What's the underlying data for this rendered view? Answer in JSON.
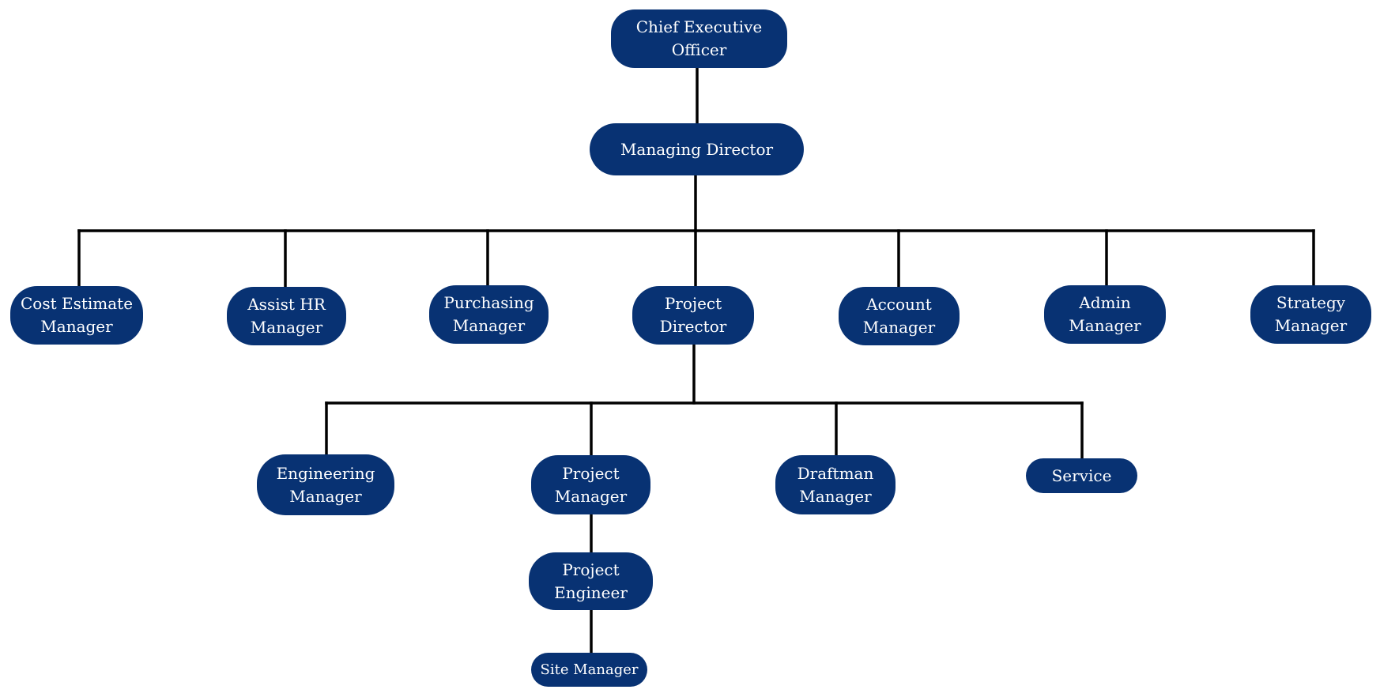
{
  "diagram": {
    "type": "org-chart",
    "node_color": "#083273",
    "text_color": "#ffffff",
    "line_color": "#000000",
    "nodes": {
      "ceo": "Chief Executive\nOfficer",
      "managing_director": "Managing Director",
      "cost_estimate_manager": "Cost Estimate\nManager",
      "assist_hr_manager": "Assist HR\nManager",
      "purchasing_manager": "Purchasing\nManager",
      "project_director": "Project\nDirector",
      "account_manager": "Account\nManager",
      "admin_manager": "Admin\nManager",
      "strategy_manager": "Strategy\nManager",
      "engineering_manager": "Engineering\nManager",
      "project_manager": "Project\nManager",
      "draftman_manager": "Draftman\nManager",
      "service": "Service",
      "project_engineer": "Project\nEngineer",
      "site_manager": "Site Manager"
    },
    "edges": [
      [
        "ceo",
        "managing_director"
      ],
      [
        "managing_director",
        "cost_estimate_manager"
      ],
      [
        "managing_director",
        "assist_hr_manager"
      ],
      [
        "managing_director",
        "purchasing_manager"
      ],
      [
        "managing_director",
        "project_director"
      ],
      [
        "managing_director",
        "account_manager"
      ],
      [
        "managing_director",
        "admin_manager"
      ],
      [
        "managing_director",
        "strategy_manager"
      ],
      [
        "project_director",
        "engineering_manager"
      ],
      [
        "project_director",
        "project_manager"
      ],
      [
        "project_director",
        "draftman_manager"
      ],
      [
        "project_director",
        "service"
      ],
      [
        "project_manager",
        "project_engineer"
      ],
      [
        "project_engineer",
        "site_manager"
      ]
    ]
  }
}
